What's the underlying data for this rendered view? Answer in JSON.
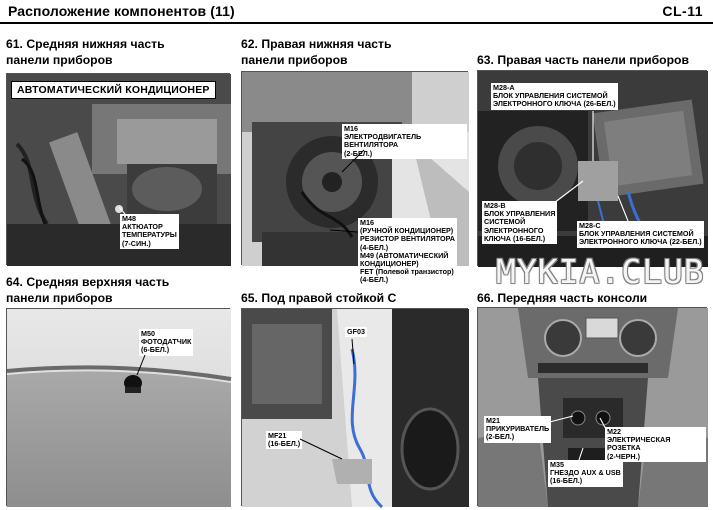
{
  "header": {
    "title": "Расположение компонентов (11)",
    "code": "CL-11"
  },
  "panels": {
    "p61": {
      "title_line1": "61. Средняя нижняя часть",
      "title_line2": "панели приборов",
      "badge": "АВТОМАТИЧЕСКИЙ КОНДИЦИОНЕР",
      "callout_m48": "M48\nАКТЮАТОР\nТЕМПЕРАТУРЫ\n(7-СИН.)"
    },
    "p62": {
      "title_line1": "62. Правая нижняя часть",
      "title_line2": "панели приборов",
      "callout_m16a": "M16\nЭЛЕКТРОДВИГАТЕЛЬ ВЕНТИЛЯТОРА\n(2-БЕЛ.)",
      "callout_m16b": "M16\n(РУЧНОЙ КОНДИЦИОНЕР)\nРЕЗИСТОР ВЕНТИЛЯТОРА\n(4-БЕЛ.)\nM49 (АВТОМАТИЧЕСКИЙ\nКОНДИЦИОНЕР)\nFET (Полевой транзистор)\n(4-БЕЛ.)"
    },
    "p63": {
      "title": "63. Правая часть панели приборов",
      "callout_m28a": "M28-A\nБЛОК УПРАВЛЕНИЯ СИСТЕМОЙ\nЭЛЕКТРОННОГО КЛЮЧА (26-БЕЛ.)",
      "callout_m28b": "M28-B\nБЛОК УПРАВЛЕНИЯ\nСИСТЕМОЙ\nЭЛЕКТРОННОГО\nКЛЮЧА (16-БЕЛ.)",
      "callout_m28c": "M28-C\nБЛОК УПРАВЛЕНИЯ СИСТЕМОЙ\nЭЛЕКТРОННОГО КЛЮЧА (22-БЕЛ.)"
    },
    "p64": {
      "title_line1": "64. Средняя верхняя часть",
      "title_line2": "панели приборов",
      "callout_m50": "M50\nФОТОДАТЧИК\n(6-БЕЛ.)"
    },
    "p65": {
      "title": "65. Под правой стойкой С",
      "callout_gf03": "GF03",
      "callout_mf21": "MF21\n(16-БЕЛ.)"
    },
    "p66": {
      "title": "66. Передняя часть консоли",
      "callout_m21": "M21\nПРИКУРИВАТЕЛЬ\n(2-БЕЛ.)",
      "callout_m22": "M22\nЭЛЕКТРИЧЕСКАЯ РОЗЕТКА\n(2-ЧЕРН.)",
      "callout_m35": "M35\nГНЕЗДО AUX & USB\n(16-БЕЛ.)"
    }
  },
  "watermark": "MYKIA.CLUB",
  "colors": {
    "photo_dark": "#2b2b2b",
    "photo_mid": "#6d6d6d",
    "photo_light": "#b8b8b8",
    "wire_blue": "#3b6fd6"
  }
}
